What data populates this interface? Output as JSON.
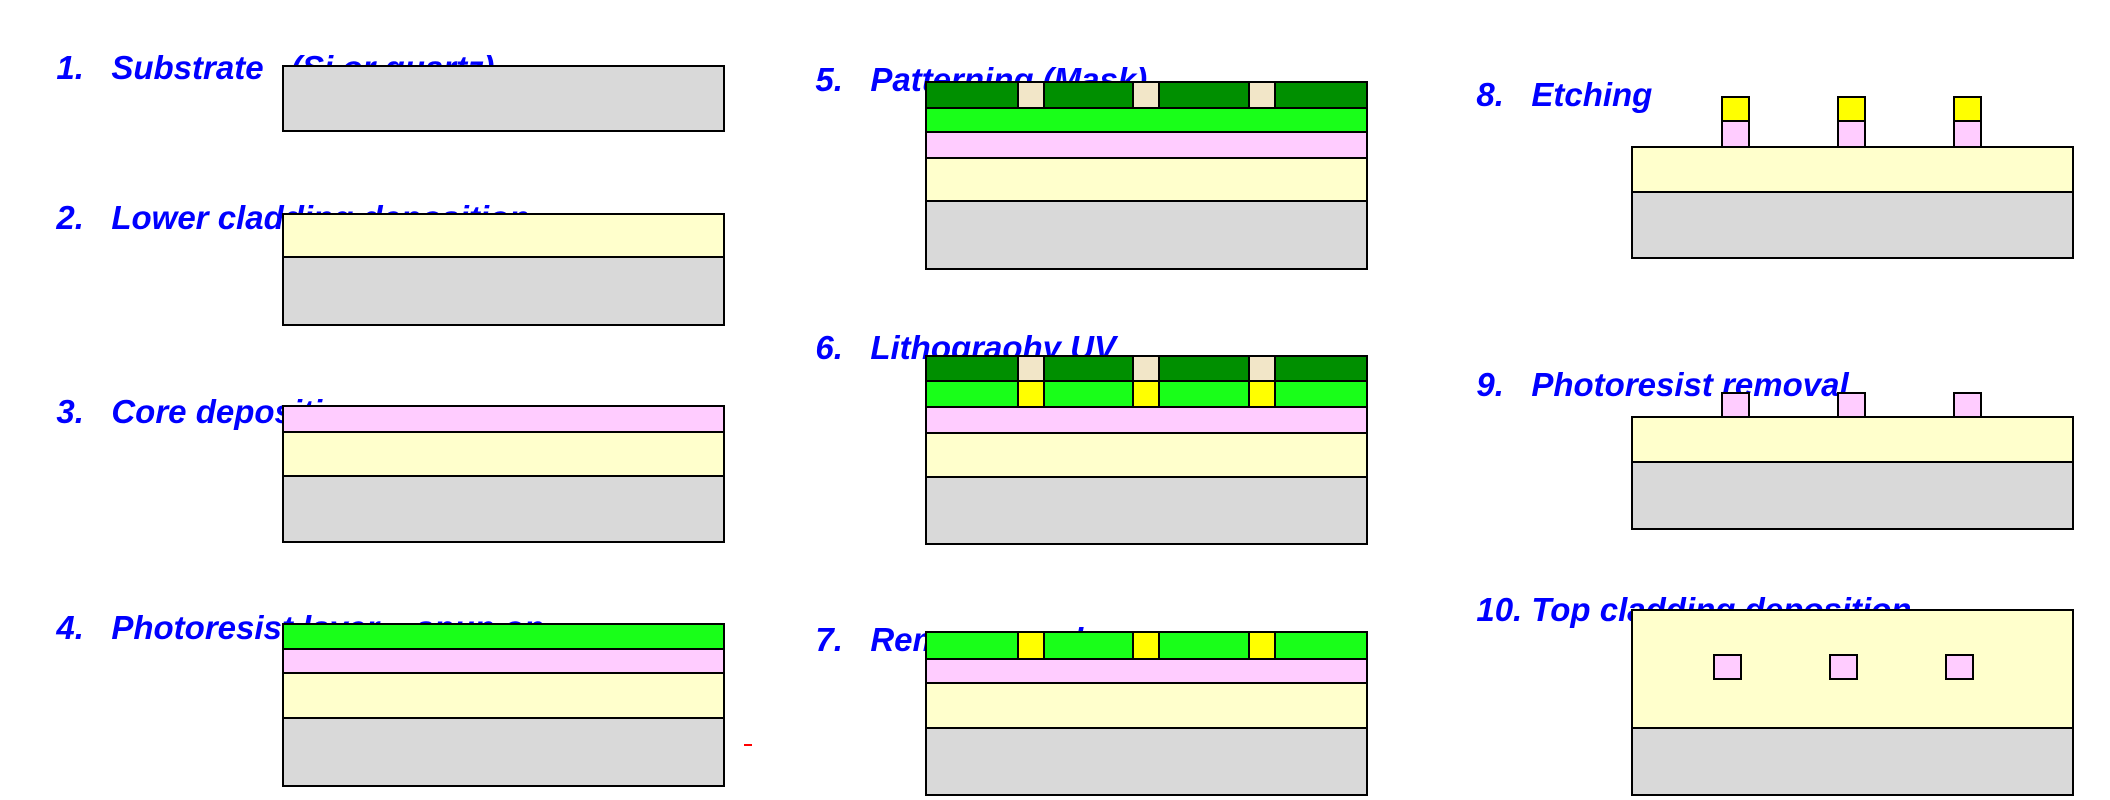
{
  "colors": {
    "substrate": "#d9d9d9",
    "cladding": "#ffffcc",
    "core": "#ffccff",
    "photoresist": "#19ff19",
    "mask": "#008f00",
    "mask_window": "#f2e6c8",
    "exposed": "#ffff00",
    "title": "#0000ff",
    "stroke": "#000000"
  },
  "steps": [
    {
      "number": "1.",
      "label": "Substrate   (Si or quartz)"
    },
    {
      "number": "2.",
      "label": "Lower cladding deposition"
    },
    {
      "number": "3.",
      "label": "Core deposition"
    },
    {
      "number": "4.",
      "label": "Photoresist layer – spun on"
    },
    {
      "number": "5.",
      "label": "Patterning (Mask)"
    },
    {
      "number": "6.",
      "label": "Lithograohy UV"
    },
    {
      "number": "7.",
      "label": "Remove mask"
    },
    {
      "number": "8.",
      "label": "Etching"
    },
    {
      "number": "9.",
      "label": "Photoresist removal"
    },
    {
      "number": "10.",
      "label": "Top cladding deposition"
    }
  ]
}
